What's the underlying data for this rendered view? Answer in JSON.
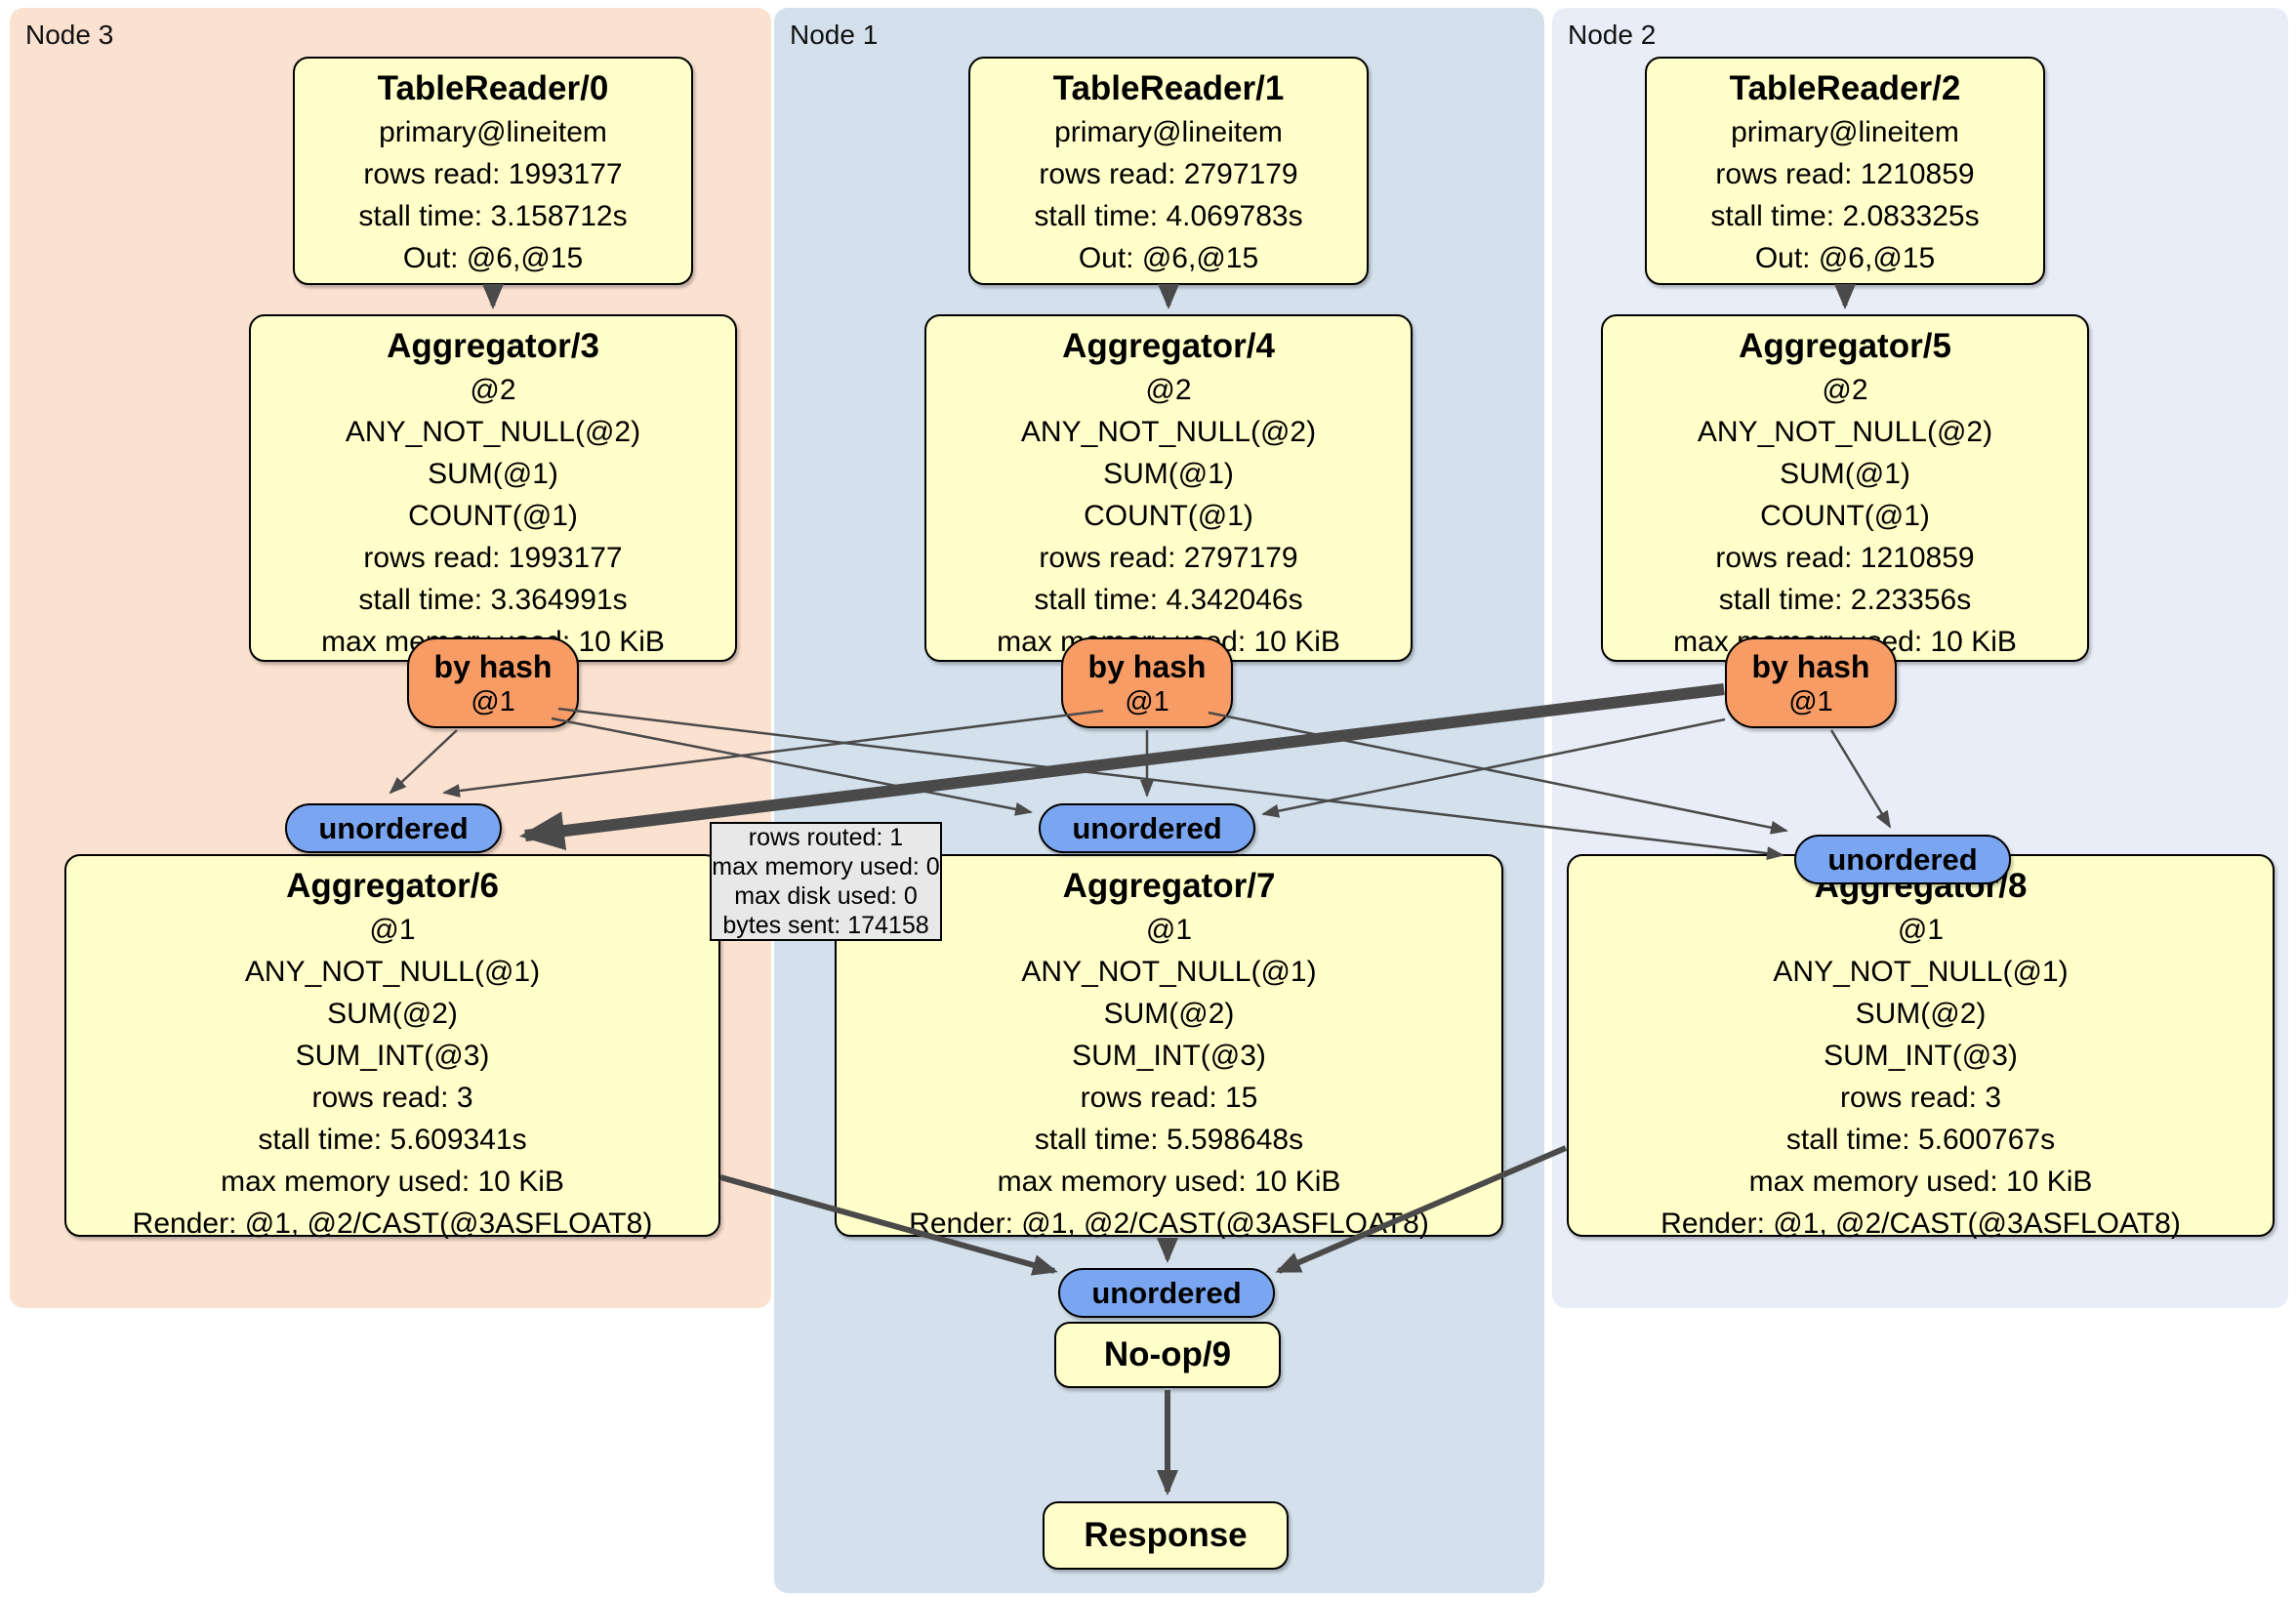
{
  "diagram": {
    "regions": [
      {
        "label": "Node 3"
      },
      {
        "label": "Node 1"
      },
      {
        "label": "Node 2"
      }
    ],
    "processors": {
      "tr0": {
        "title": "TableReader/0",
        "lines": [
          "primary@lineitem",
          "rows read: 1993177",
          "stall time: 3.158712s",
          "Out: @6,@15"
        ]
      },
      "tr1": {
        "title": "TableReader/1",
        "lines": [
          "primary@lineitem",
          "rows read: 2797179",
          "stall time: 4.069783s",
          "Out: @6,@15"
        ]
      },
      "tr2": {
        "title": "TableReader/2",
        "lines": [
          "primary@lineitem",
          "rows read: 1210859",
          "stall time: 2.083325s",
          "Out: @6,@15"
        ]
      },
      "agg3": {
        "title": "Aggregator/3",
        "lines": [
          "@2",
          "ANY_NOT_NULL(@2)",
          "SUM(@1)",
          "COUNT(@1)",
          "rows read: 1993177",
          "stall time: 3.364991s",
          "max memory used: 10 KiB"
        ]
      },
      "agg4": {
        "title": "Aggregator/4",
        "lines": [
          "@2",
          "ANY_NOT_NULL(@2)",
          "SUM(@1)",
          "COUNT(@1)",
          "rows read: 2797179",
          "stall time: 4.342046s",
          "max memory used: 10 KiB"
        ]
      },
      "agg5": {
        "title": "Aggregator/5",
        "lines": [
          "@2",
          "ANY_NOT_NULL(@2)",
          "SUM(@1)",
          "COUNT(@1)",
          "rows read: 1210859",
          "stall time: 2.23356s",
          "max memory used: 10 KiB"
        ]
      },
      "agg6": {
        "title": "Aggregator/6",
        "lines": [
          "@1",
          "ANY_NOT_NULL(@1)",
          "SUM(@2)",
          "SUM_INT(@3)",
          "rows read: 3",
          "stall time: 5.609341s",
          "max memory used: 10 KiB",
          "Render: @1, @2/CAST(@3ASFLOAT8)"
        ]
      },
      "agg7": {
        "title": "Aggregator/7",
        "lines": [
          "@1",
          "ANY_NOT_NULL(@1)",
          "SUM(@2)",
          "SUM_INT(@3)",
          "rows read: 15",
          "stall time: 5.598648s",
          "max memory used: 10 KiB",
          "Render: @1, @2/CAST(@3ASFLOAT8)"
        ]
      },
      "agg8": {
        "title": "Aggregator/8",
        "lines": [
          "@1",
          "ANY_NOT_NULL(@1)",
          "SUM(@2)",
          "SUM_INT(@3)",
          "rows read: 3",
          "stall time: 5.600767s",
          "max memory used: 10 KiB",
          "Render: @1, @2/CAST(@3ASFLOAT8)"
        ]
      },
      "noop": {
        "title": "No-op/9"
      },
      "response": {
        "title": "Response"
      }
    },
    "router": {
      "label": "by hash",
      "tag": "@1"
    },
    "sync_label": "unordered",
    "tooltip": {
      "lines": [
        "rows routed: 1",
        "max memory used: 0",
        "max disk used: 0",
        "bytes sent: 174158"
      ]
    },
    "colors": {
      "node3_bg": "#FBE1D0",
      "node1_bg": "#D4E1ED",
      "node2_bg": "#E9EDF7",
      "processor_bg": "#FFFFC9",
      "router_bg": "#F89C65",
      "sync_bg": "#7AA5F0",
      "tooltip_bg": "#E8E8E8",
      "edge": "#4A4A4A"
    }
  }
}
